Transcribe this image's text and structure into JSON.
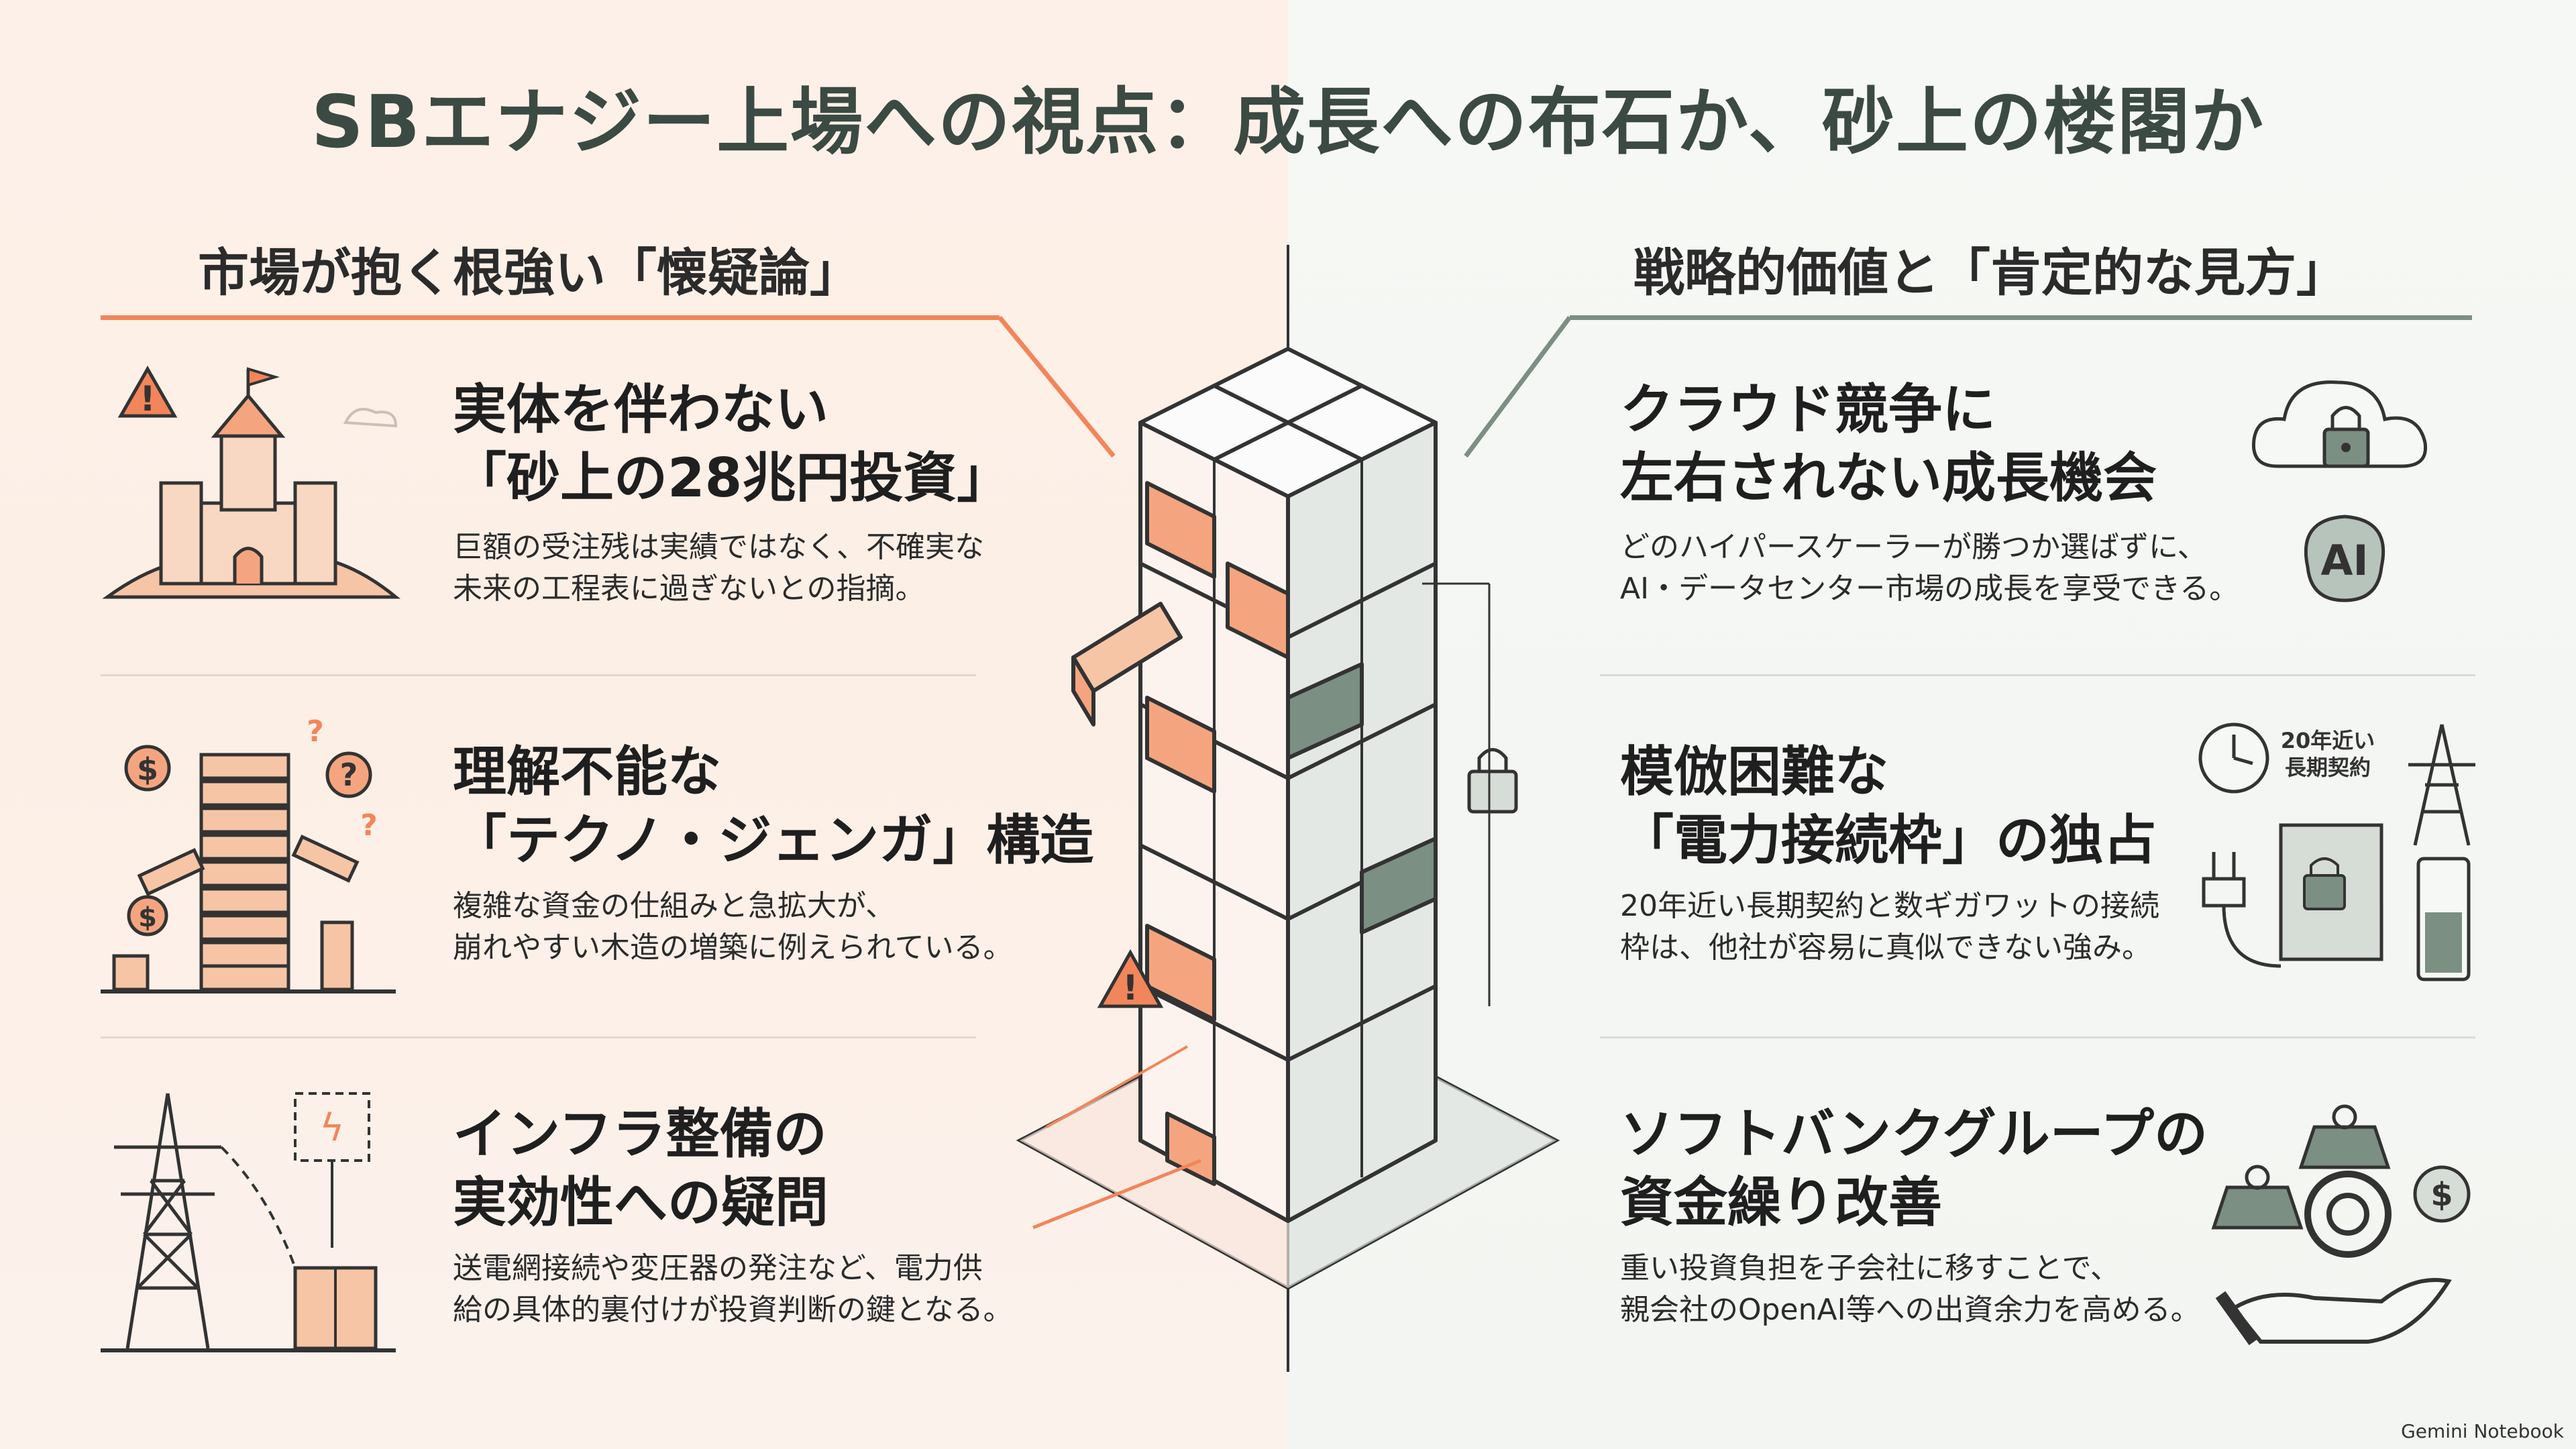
{
  "title": "SBエナジー上場への視点：成長への布石か、砂上の楼閣か",
  "left": {
    "heading": "市場が抱く根強い「懐疑論」",
    "items": [
      {
        "head1": "実体を伴わない",
        "head2": "「砂上の28兆円投資」",
        "body1": "巨額の受注残は実績ではなく、不確実な",
        "body2": "未来の工程表に過ぎないとの指摘。"
      },
      {
        "head1": "理解不能な",
        "head2": "「テクノ・ジェンガ」構造",
        "body1": "複雑な資金の仕組みと急拡大が、",
        "body2": "崩れやすい木造の増築に例えられている。"
      },
      {
        "head1": "インフラ整備の",
        "head2": "実効性への疑問",
        "body1": "送電網接続や変圧器の発注など、電力供",
        "body2": "給の具体的裏付けが投資判断の鍵となる。"
      }
    ]
  },
  "right": {
    "heading": "戦略的価値と「肯定的な見方」",
    "items": [
      {
        "head1": "クラウド競争に",
        "head2": "左右されない成長機会",
        "body1": "どのハイパースケーラーが勝つか選ばずに、",
        "body2": "AI・データセンター市場の成長を享受できる。"
      },
      {
        "head1": "模倣困難な",
        "head2": "「電力接続枠」の独占",
        "body1": "20年近い長期契約と数ギガワットの接続",
        "body2": "枠は、他社が容易に真似できない強み。"
      },
      {
        "head1": "ソフトバンクグループの",
        "head2": "資金繰り改善",
        "body1": "重い投資負担を子会社に移すことで、",
        "body2": "親会社のOpenAI等への出資余力を高める。"
      }
    ]
  },
  "icons": {
    "ai_label": "AI",
    "contract_label1": "20年近い",
    "contract_label2": "長期契約",
    "alert_mark": "!",
    "question_mark": "?",
    "dollar_mark": "$",
    "lightning_mark": "ϟ"
  },
  "watermark": "Gemini Notebook",
  "colors": {
    "accent_orange": "#f2855a",
    "accent_green": "#7b8f82",
    "title": "#3b4a42"
  }
}
